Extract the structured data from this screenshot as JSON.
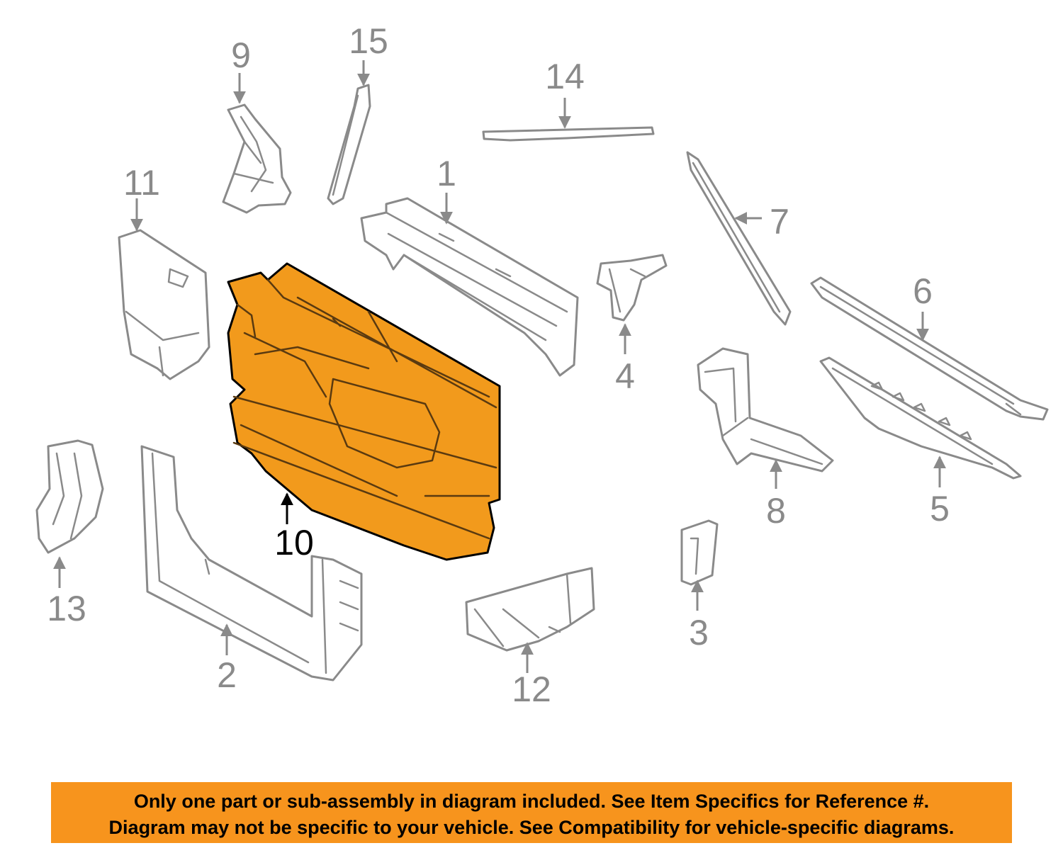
{
  "diagram": {
    "highlight_color": "#f29a1c",
    "highlighted_callout": "10",
    "callouts": [
      "1",
      "2",
      "3",
      "4",
      "5",
      "6",
      "7",
      "8",
      "9",
      "10",
      "11",
      "12",
      "13",
      "14",
      "15"
    ]
  },
  "disclaimer": {
    "background": "#f7941d",
    "line1": "Only one part or sub-assembly in diagram included. See Item Specifics for Reference #.",
    "line2": "Diagram may not be specific to your vehicle. See Compatibility for vehicle-specific diagrams."
  }
}
